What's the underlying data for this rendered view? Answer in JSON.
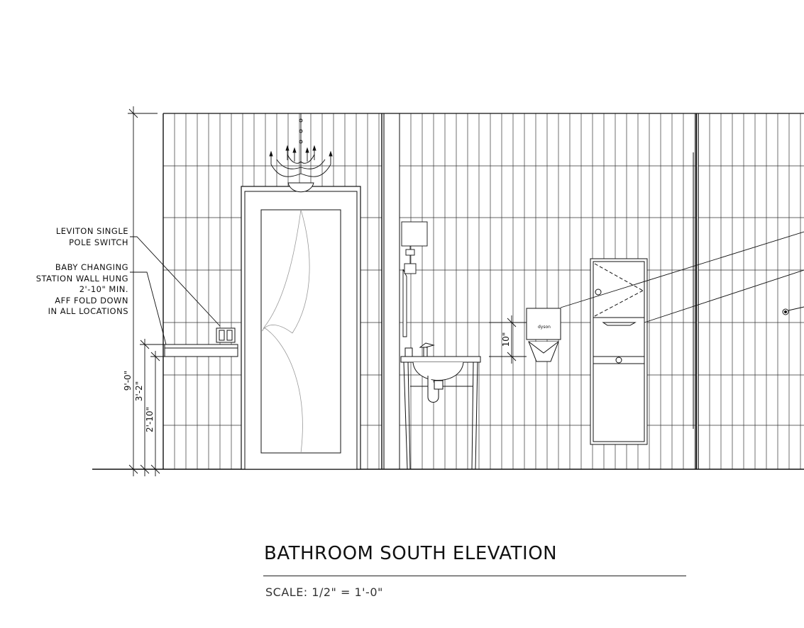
{
  "drawing": {
    "title": "BATHROOM SOUTH  ELEVATION",
    "scale": "SCALE: 1/2\" = 1'-0\""
  },
  "annotations": {
    "switch_note": [
      "LEVITON SINGLE",
      "POLE SWITCH"
    ],
    "baby_station_note": [
      "BABY CHANGING",
      "STATION WALL HUNG",
      "2'-10\" MIN.",
      "AFF FOLD DOWN",
      "IN ALL LOCATIONS"
    ]
  },
  "dimensions": {
    "total_height": "9'-0\"",
    "station_top": "3'-2\"",
    "station_bottom": "2'-10\"",
    "dryer_height": "10\""
  },
  "fixtures": {
    "hand_dryer_brand": "dyson"
  }
}
